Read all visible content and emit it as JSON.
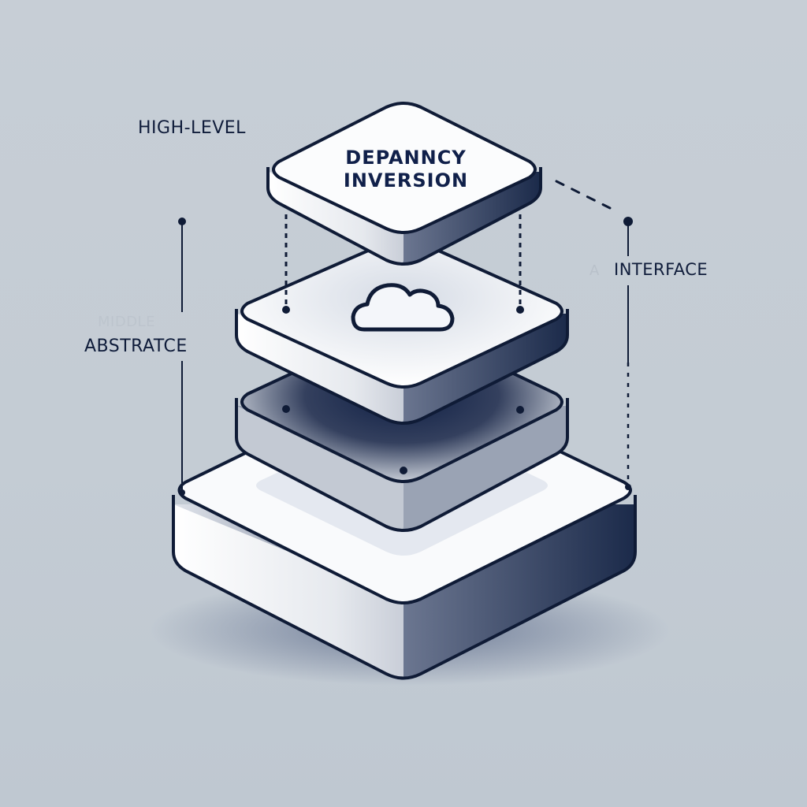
{
  "diagram": {
    "title_line1": "DEPANNCY",
    "title_line2": "INVERSION",
    "labels": {
      "high_level": "HIGH-LEVEL",
      "middle_faint": "MIDDLE",
      "abstract": "ABSTRATCE",
      "interface_prefix": "A",
      "interface": "INTERFACE"
    },
    "layers": [
      {
        "name": "top",
        "content": "title"
      },
      {
        "name": "second",
        "icon": "cloud-icon"
      },
      {
        "name": "third",
        "style": "dark-shadowed"
      },
      {
        "name": "base",
        "style": "large-white"
      }
    ],
    "icons": [
      "cloud-icon"
    ]
  },
  "colors": {
    "background": "#c5cdd5",
    "outline": "#0f1b36",
    "layer_fill": "#f4f6f9",
    "shadow": "#1c2b4d",
    "text": "#0f1c3a"
  }
}
